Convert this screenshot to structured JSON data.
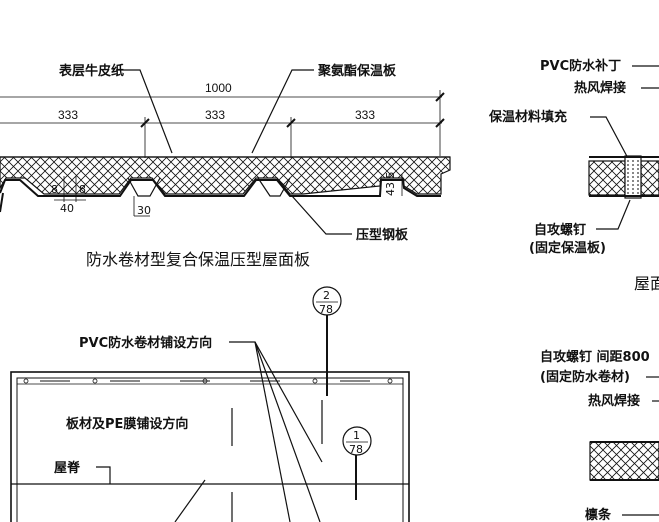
{
  "top_left": {
    "labels": {
      "kraft": "表层牛皮纸",
      "pu": "聚氨酯保温板",
      "steel": "压型钢板"
    },
    "dims": {
      "total": "1000",
      "span1": "333",
      "span2": "333",
      "span3": "333",
      "d8a": "8",
      "d8b": "8",
      "d40": "40",
      "d30": "30",
      "d435": "43.5"
    },
    "caption": "防水卷材型复合保温压型屋面板"
  },
  "top_right": {
    "labels": {
      "pvc_patch": "PVC防水补丁",
      "hot_weld": "热风焊接",
      "filler": "保温材料填充",
      "screw": "自攻螺钉",
      "screw_note": "(固定保温板)",
      "caption_partial": "屋面"
    }
  },
  "bottom_left": {
    "labels": {
      "pvc_dir": "PVC防水卷材铺设方向",
      "board_dir": "板材及PE膜铺设方向",
      "ridge": "屋脊"
    },
    "refs": [
      {
        "num": "2",
        "den": "78"
      },
      {
        "num": "1",
        "den": "78"
      }
    ]
  },
  "bottom_right": {
    "labels": {
      "screw_spacing": "自攻螺钉 间距800",
      "screw_note": "(固定防水卷材)",
      "hot_weld": "热风焊接",
      "purlin": "檩条"
    }
  }
}
